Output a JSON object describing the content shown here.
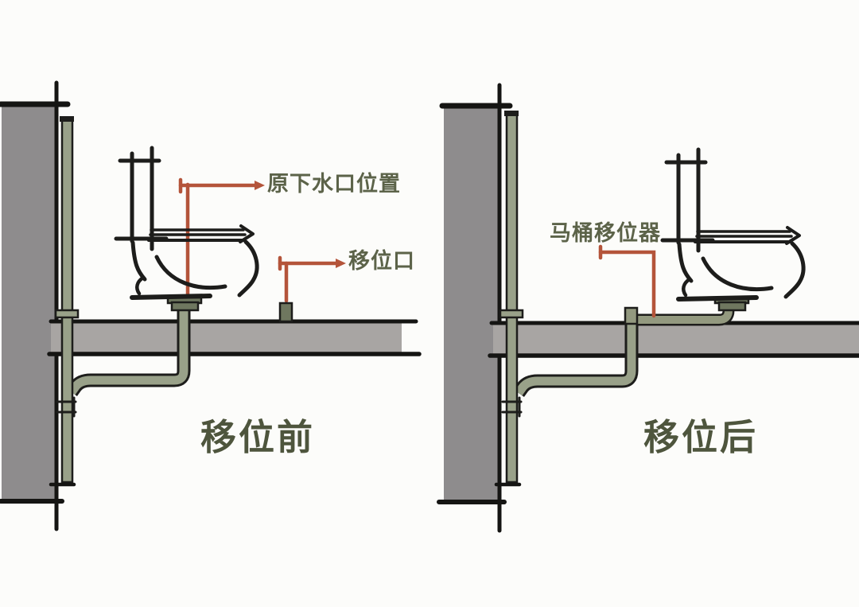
{
  "diagram": {
    "background": "#fcfcfa",
    "before": {
      "caption": "移位前",
      "annotations": {
        "original_drain": "原下水口位置",
        "relocated_outlet": "移位口"
      }
    },
    "after": {
      "caption": "移位后",
      "annotations": {
        "toilet_shifter": "马桶移位器"
      }
    },
    "colors": {
      "annotation_line": "#b4543a",
      "label_text": "#5c6349",
      "caption_text": "#4e553d",
      "pipe_fill": "#99a189",
      "fitting_fill": "#6f775f",
      "wall_fill": "#8e8c8d",
      "floor_fill": "#a8a5a3",
      "line_art": "#1d1d1b"
    }
  }
}
